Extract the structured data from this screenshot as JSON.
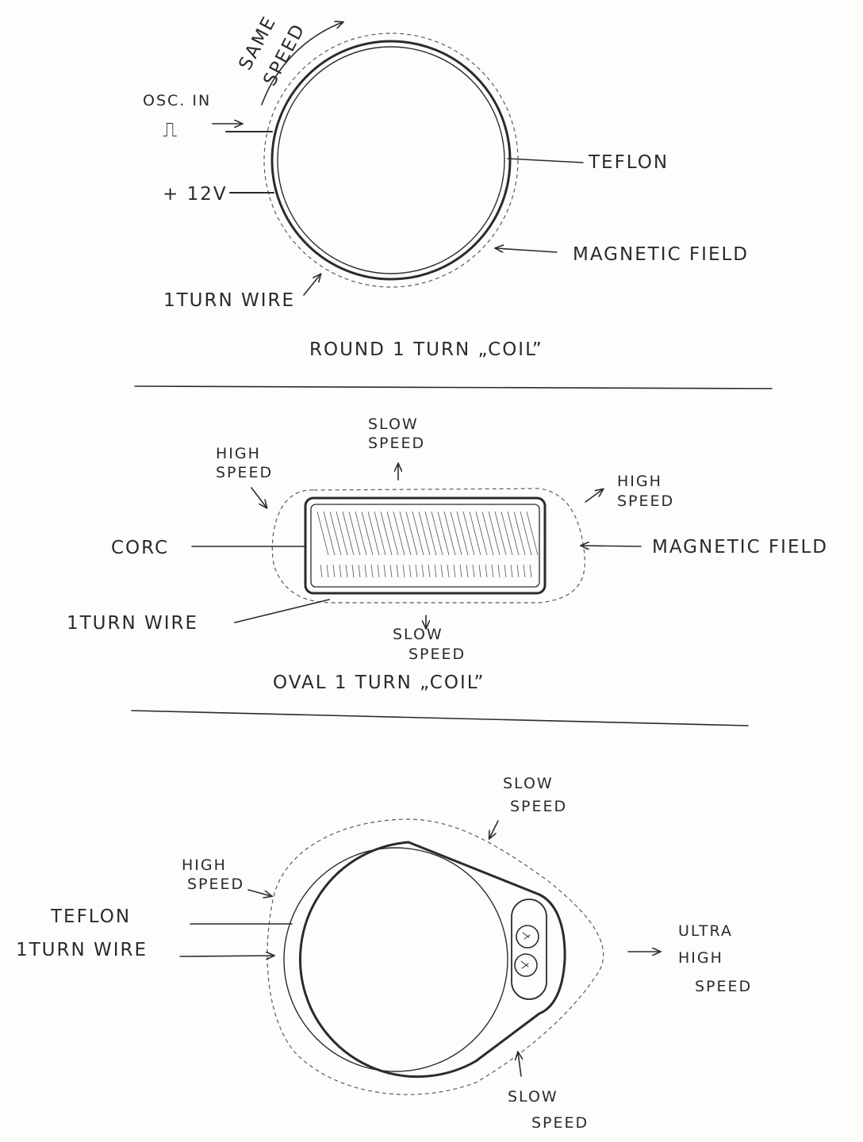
{
  "figure1": {
    "same_speed_1": "SAME",
    "same_speed_2": "SPEED",
    "osc_in": "OSC. IN",
    "pulse_symbol": "⎍",
    "plus_12v": "+ 12V",
    "teflon": "TEFLON",
    "magnetic_field": "MAGNETIC FIELD",
    "one_turn_wire": "1TURN WIRE",
    "caption": "ROUND 1 TURN „COIL”"
  },
  "figure2": {
    "slow_speed_top_1": "SLOW",
    "slow_speed_top_2": "SPEED",
    "high_speed_left_1": "HIGH",
    "high_speed_left_2": "SPEED",
    "high_speed_right_1": "HIGH",
    "high_speed_right_2": "SPEED",
    "core": "CORC",
    "magnetic_field": "MAGNETIC FIELD",
    "one_turn_wire": "1TURN WIRE",
    "slow_speed_bottom_1": "SLOW",
    "slow_speed_bottom_2": "SPEED",
    "caption": "OVAL 1 TURN „COIL”"
  },
  "figure3": {
    "slow_speed_top_1": "SLOW",
    "slow_speed_top_2": "SPEED",
    "high_speed_1": "HIGH",
    "high_speed_2": "SPEED",
    "teflon": "TEFLON",
    "one_turn_wire": "1TURN WIRE",
    "ultra_1": "ULTRA",
    "ultra_2": "HIGH",
    "ultra_3": "SPEED",
    "slow_speed_bottom_1": "SLOW",
    "slow_speed_bottom_2": "SPEED"
  }
}
